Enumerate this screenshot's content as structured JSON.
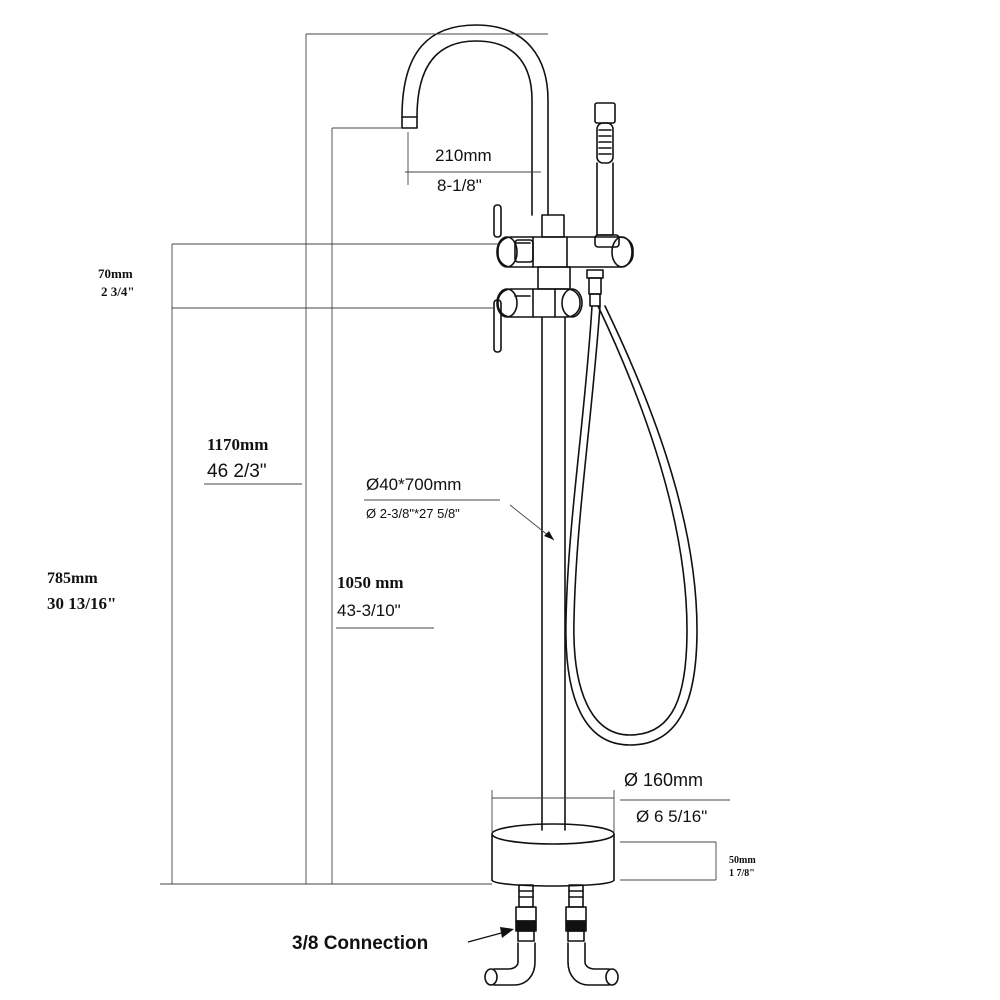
{
  "dimensions": {
    "spout_reach_mm": "210mm",
    "spout_reach_in": "8-1/8\"",
    "handle_gap_mm": "70mm",
    "handle_gap_in": "2 3/4\"",
    "total_height_mm": "1170mm",
    "total_height_in": "46 2/3\"",
    "spout_height_mm": "1050 mm",
    "spout_height_in": "43-3/10\"",
    "handle_height_mm": "785mm",
    "handle_height_in": "30 13/16\"",
    "pipe_mm": "Ø40*700mm",
    "pipe_in": "Ø 2-3/8\"*27 5/8\"",
    "base_diameter_mm": "Ø 160mm",
    "base_diameter_in": "Ø 6 5/16\"",
    "base_height_mm": "50mm",
    "base_height_in": "1 7/8\"",
    "connection": "3/8 Connection"
  },
  "colors": {
    "line": "#111111",
    "background": "#ffffff"
  }
}
